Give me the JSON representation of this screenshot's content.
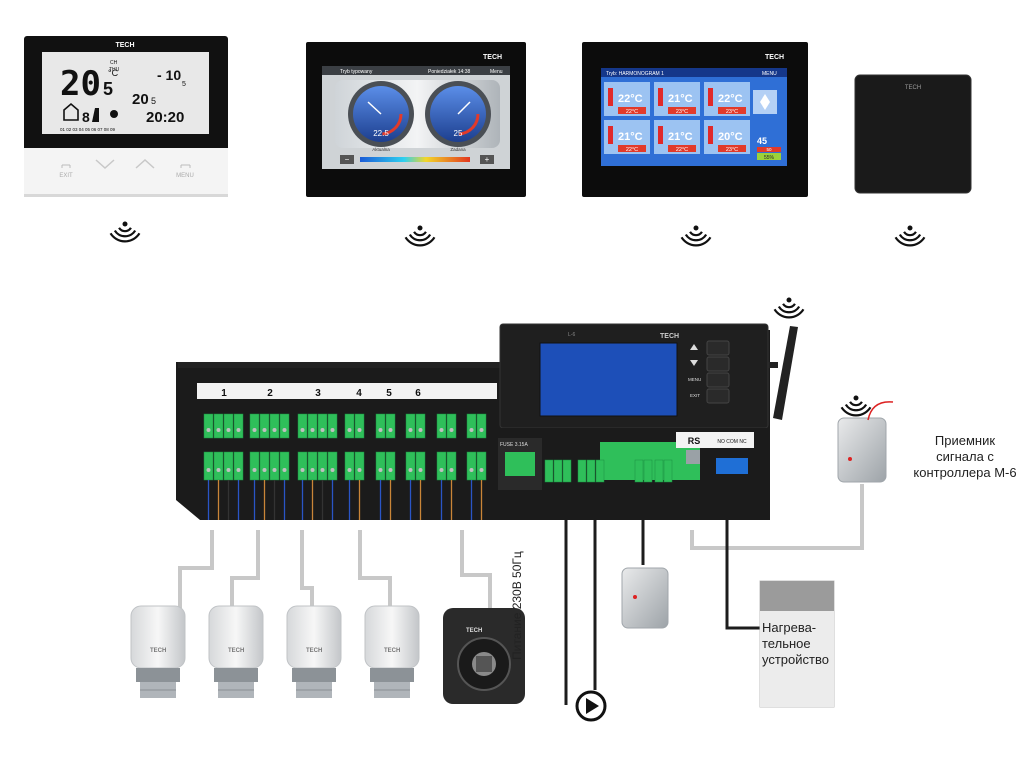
{
  "brand": "TECH",
  "thermostat_1": {
    "temp_main": "20",
    "temp_main_sub": "5",
    "unit": "°C",
    "outside_temp": "- 10",
    "outside_temp_sub": "5",
    "day_line1": "CH",
    "day_line2": "THU",
    "room_temp": "20",
    "room_temp_sub": "5",
    "time": "20:20",
    "exit_label": "EXIT",
    "menu_label": "MENU",
    "zone_number": "8"
  },
  "thermostat_2": {
    "header_left": "Tryb typowany",
    "header_mid": "Poniedziałek 14:38",
    "header_right": "Menu",
    "gauge_1_value": "22.5",
    "gauge_1_label": "Aktualna",
    "gauge_2_value": "25",
    "gauge_2_label": "Zadana",
    "minus": "−",
    "plus": "+"
  },
  "thermostat_3": {
    "header": "Tryb: HARMONOGRAM 1",
    "menu": "MENU",
    "tiles": [
      {
        "temp": "22",
        "set": "22"
      },
      {
        "temp": "21",
        "set": "23"
      },
      {
        "temp": "22",
        "set": "23"
      },
      {
        "temp": "21",
        "set": "22"
      },
      {
        "temp": "21",
        "set": "22"
      },
      {
        "temp": "20",
        "set": "23"
      }
    ],
    "outside": "45",
    "outside_set": "50",
    "humidity": "55%"
  },
  "controller": {
    "model": "L-6",
    "zones": [
      "1",
      "2",
      "3",
      "4",
      "5",
      "6"
    ],
    "fuse": "FUSE 3.15A",
    "rs": "RS",
    "relay": "NO COM NC",
    "menu_btn": "MENU",
    "exit_btn": "EXIT"
  },
  "receiver_label": [
    "Приемник",
    "сигнала с",
    "контроллера М-6"
  ],
  "heater_label": [
    "Нагрева-",
    "тельное",
    "устройство"
  ],
  "power_label": "Питание 230В 50Гц",
  "colors": {
    "terminal_green": "#2fbf5a",
    "board_black": "#1b1b1b",
    "wire_gray": "#bdbdbd",
    "screen_blue": "#1f5fbf"
  }
}
